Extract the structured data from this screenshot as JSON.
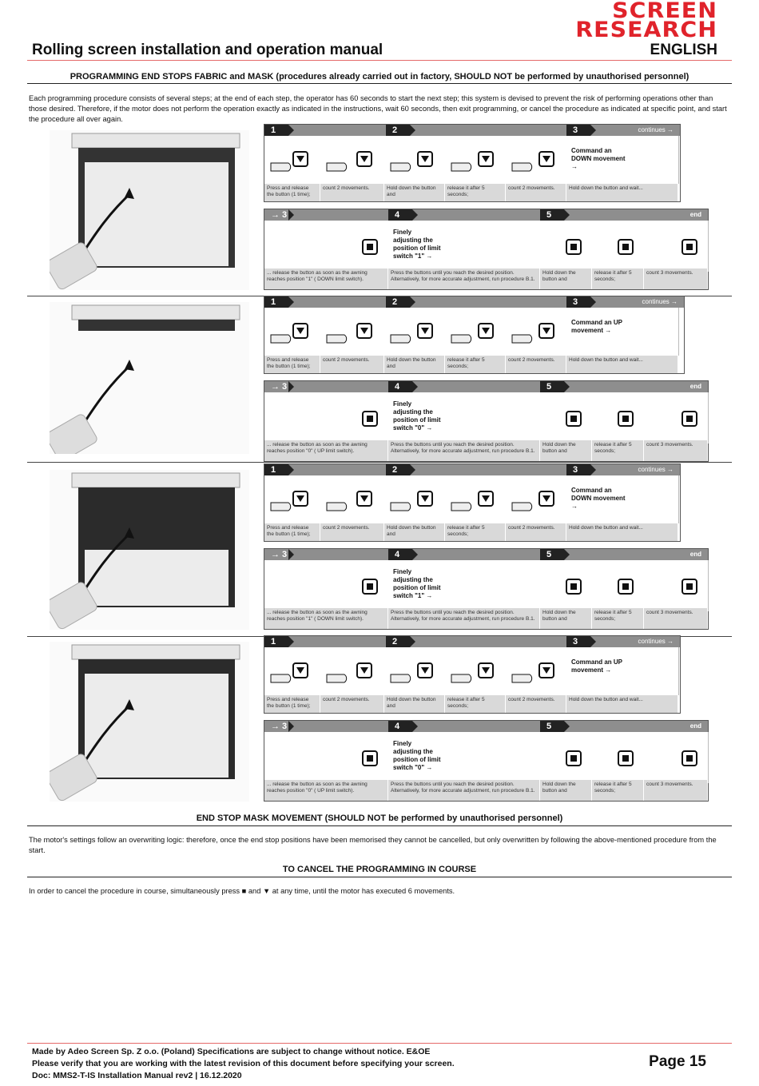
{
  "header": {
    "logo_line1": "SCREEN",
    "logo_line2": "RESEARCH",
    "title": "Rolling screen installation and operation manual",
    "language": "ENGLISH"
  },
  "section1": {
    "title": "PROGRAMMING END STOPS FABRIC and MASK (procedures already carried out in factory, SHOULD NOT be performed by unauthorised personnel)",
    "paragraph": "Each programming procedure consists of several steps; at the end of each step, the operator has 60 seconds to start the next step; this system is devised to prevent the risk of performing operations other than those desired.  Therefore, if the motor does not perform the operation exactly as indicated in the instructions, wait 60 seconds, then exit programming, or cancel the procedure as indicated at specific point, and start the procedure all over again."
  },
  "procedures": [
    {
      "step1": "1",
      "step2": "2",
      "step3": "3",
      "continues": "continues →",
      "cmd": "Command an DOWN movement →",
      "caps_top": [
        "Press and release the button (1 time);",
        "count 2 movements.",
        "Hold down the button and",
        "release it after 5 seconds;",
        "count 2 movements.",
        "Hold down the button and wait..."
      ],
      "step3b": "→ 3",
      "step4": "4",
      "step5": "5",
      "end": "end",
      "adjust": "Finely adjusting the position of limit switch \"1\" →",
      "caps_bottom": [
        "... release the button as soon as the awning reaches position \"1\" ( DOWN limit switch).",
        "Press the buttons until you reach the desired position. Alternatively, for more accurate adjustment, run procedure B.1.",
        "Hold down the button and",
        "release it after 5 seconds;",
        "count 3 movements."
      ]
    },
    {
      "step1": "1",
      "step2": "2",
      "step3": "3",
      "continues": "continues →",
      "cmd": "Command an UP movement →",
      "caps_top": [
        "Press and release the button (1 time);",
        "count 2 movements.",
        "Hold down the button and",
        "release it after 5 seconds;",
        "count 2 movements.",
        "Hold down the button and wait..."
      ],
      "step3b": "→ 3",
      "step4": "4",
      "step5": "5",
      "end": "end",
      "adjust": "Finely adjusting the position of limit switch \"0\" →",
      "caps_bottom": [
        "... release the button as soon as the awning reaches position \"0\" ( UP limit switch).",
        "Press the buttons until you reach the desired position. Alternatively, for more accurate adjustment, run procedure B.1.",
        "Hold down the button and",
        "release it after 5 seconds;",
        "count 3 movements."
      ]
    },
    {
      "step1": "1",
      "step2": "2",
      "step3": "3",
      "continues": "continues →",
      "cmd": "Command an DOWN movement →",
      "caps_top": [
        "Press and release the button (1 time);",
        "count 2 movements.",
        "Hold down the button and",
        "release it after 5 seconds;",
        "count 2 movements.",
        "Hold down the button and wait..."
      ],
      "step3b": "→ 3",
      "step4": "4",
      "step5": "5",
      "end": "end",
      "adjust": "Finely adjusting the position of limit switch \"1\" →",
      "caps_bottom": [
        "... release the button as soon as the awning reaches position \"1\" ( DOWN limit switch).",
        "Press the buttons until you reach the desired position. Alternatively, for more accurate adjustment, run procedure B.1.",
        "Hold down the button and",
        "release it after 5 seconds;",
        "count 3 movements."
      ]
    },
    {
      "step1": "1",
      "step2": "2",
      "step3": "3",
      "continues": "continues →",
      "cmd": "Command an UP movement →",
      "caps_top": [
        "Press and release the button (1 time);",
        "count 2 movements.",
        "Hold down the button and",
        "release it after 5 seconds;",
        "count 2 movements.",
        "Hold down the button and wait..."
      ],
      "step3b": "→ 3",
      "step4": "4",
      "step5": "5",
      "end": "end",
      "adjust": "Finely adjusting the position of limit switch \"0\" →",
      "caps_bottom": [
        "... release the button as soon as the awning reaches position \"0\" ( UP limit switch).",
        "Press the buttons until you reach the desired position. Alternatively, for more accurate adjustment, run procedure B.1.",
        "Hold down the button and",
        "release it after 5 seconds;",
        "count 3 movements."
      ]
    }
  ],
  "section2": {
    "title": "END STOP MASK MOVEMENT (SHOULD NOT be performed by unauthorised personnel)",
    "paragraph": "The motor's settings follow an overwriting logic: therefore, once the end stop positions have been memorised they cannot be cancelled, but only overwritten by following the above-mentioned procedure from the start."
  },
  "section3": {
    "title": "TO CANCEL THE PROGRAMMING IN COURSE",
    "paragraph": "In order to cancel the procedure in course, simultaneously press ■ and ▼ at any time, until the motor has executed 6 movements."
  },
  "footer": {
    "line1": "Made by Adeo Screen Sp. Z o.o. (Poland) Specifications are subject to change without notice. E&OE",
    "line2": "Please verify that you are working with the latest revision of this document before specifying your screen.",
    "line3": "Doc: MMS2-T-IS  Installation Manual rev2  |  16.12.2020",
    "page": "Page 15"
  }
}
